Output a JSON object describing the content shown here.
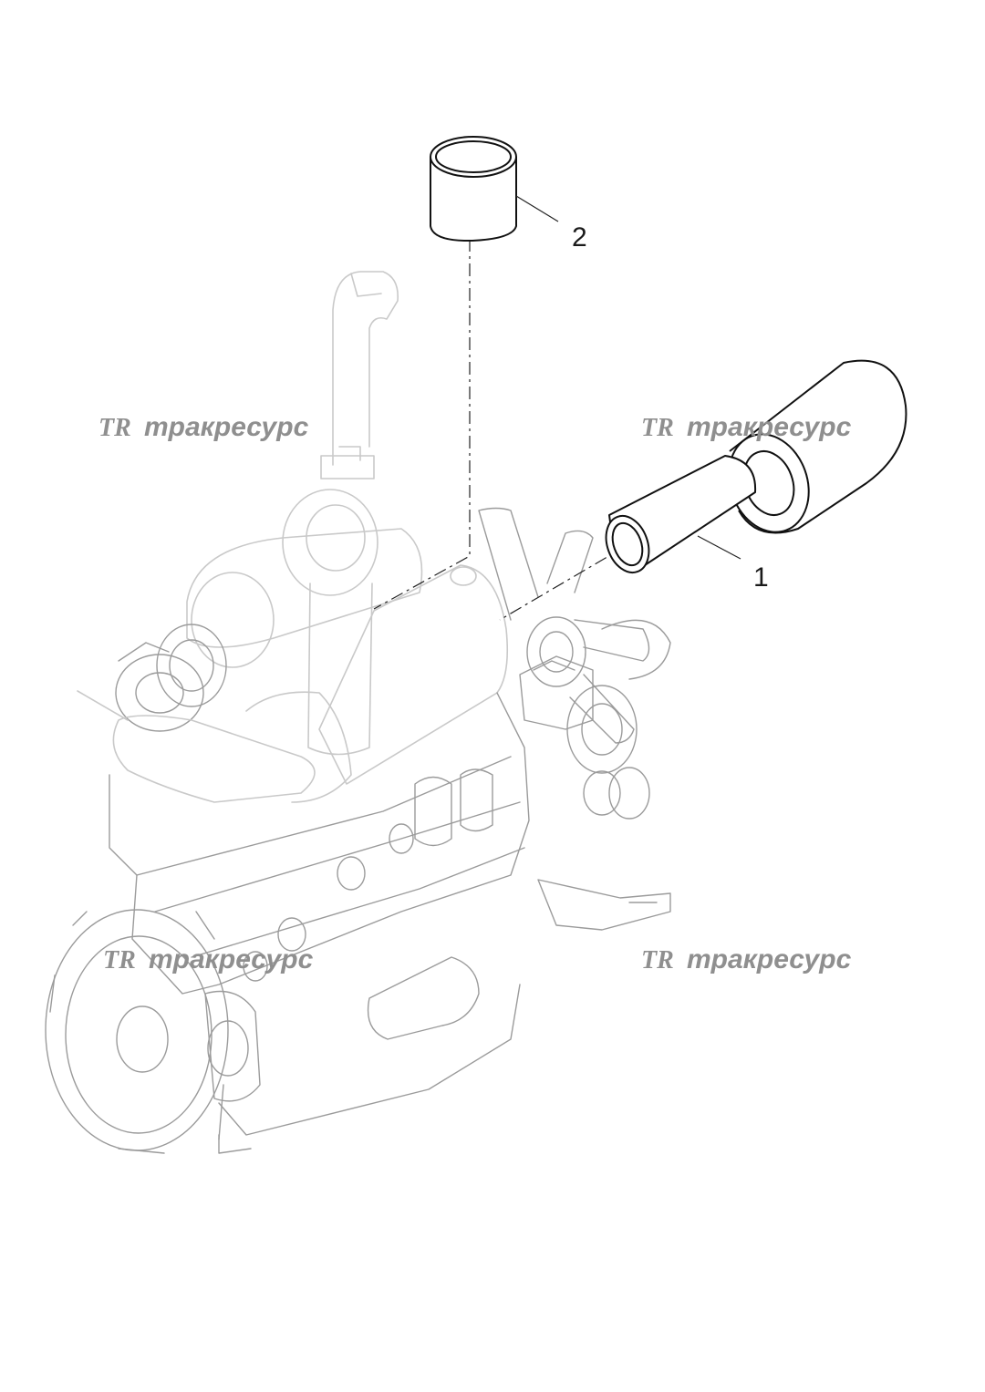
{
  "callouts": {
    "part_1": "1",
    "part_2": "2"
  },
  "watermark": {
    "logo_text": "TR",
    "brand_text": "тракресурс",
    "color": "#8f8f8f"
  },
  "colors": {
    "part_outline": "#111111",
    "engine_outline": "#c4c4c4",
    "background": "#ffffff"
  }
}
